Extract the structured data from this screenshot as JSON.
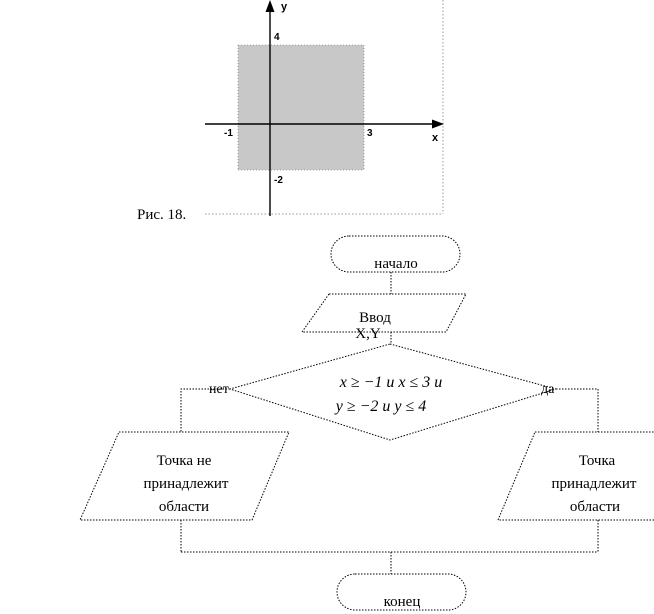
{
  "figure": {
    "axes": {
      "x_label": "x",
      "y_label": "y"
    },
    "ticks": {
      "x_min": "-1",
      "x_max": "3",
      "y_max": "4",
      "y_min": "-2"
    },
    "caption": "Рис. 18.",
    "region_color": "#c8c8c8"
  },
  "flowchart": {
    "start_label": "начало",
    "input_label": "Ввод",
    "input_vars": "X,Y",
    "condition_line1": "x ≥ −1 и x ≤ 3 и",
    "condition_line2": "y ≥ −2 и y ≤ 4",
    "branch_no": "нет",
    "branch_yes": "да",
    "no_output_line1": "Точка не",
    "no_output_line2": "принадлежит",
    "no_output_line3": "области",
    "yes_output_line1": "Точка",
    "yes_output_line2": "принадлежит",
    "yes_output_line3": "области",
    "end_label": "конец"
  }
}
